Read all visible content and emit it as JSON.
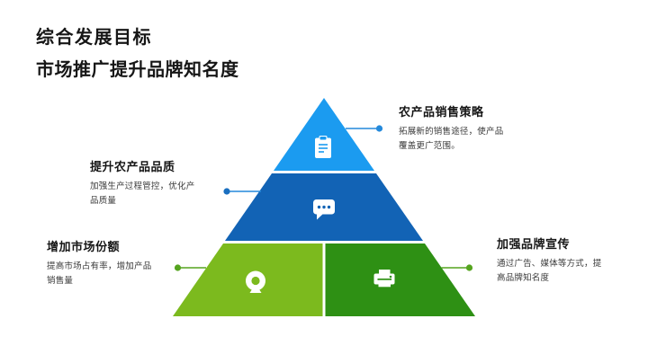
{
  "slide": {
    "title": "综合发展目标",
    "subtitle": "市场推广提升品牌知名度"
  },
  "pyramid": {
    "levels": [
      {
        "id": "top",
        "label": "农产品销售策略",
        "desc": "拓展新的销售途径，使产品覆盖更广范围。",
        "color": "#1B9BF0",
        "icon": "clipboard-icon"
      },
      {
        "id": "middle",
        "label": "提升农产品品质",
        "desc": "加强生产过程管控，优化产品质量",
        "color": "#1263B5",
        "icon": "chat-bubble-icon"
      },
      {
        "id": "bottom-left",
        "label": "增加市场份额",
        "desc": "提高市场占有率，增加产品销售量",
        "color": "#7CBA1E",
        "icon": "donut-icon"
      },
      {
        "id": "bottom-right",
        "label": "加强品牌宣传",
        "desc": "通过广告、媒体等方式，提高品牌知名度",
        "color": "#2E9014",
        "icon": "printer-icon"
      }
    ],
    "connector_blue": "#2489DB",
    "connector_green": "#55A41E"
  }
}
